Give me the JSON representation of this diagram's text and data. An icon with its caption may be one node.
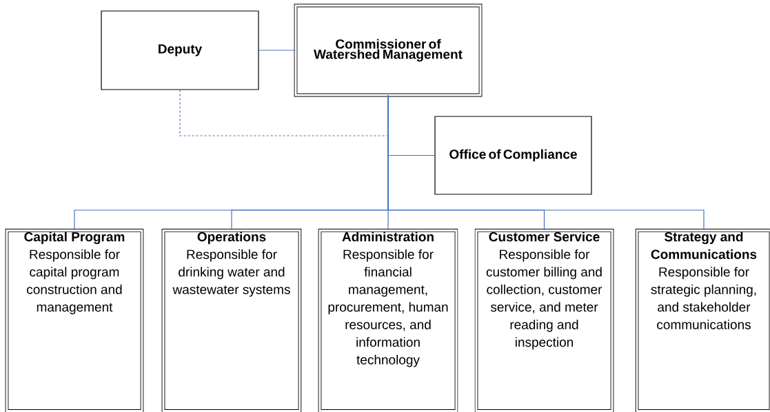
{
  "diagram": {
    "nodes": [
      {
        "text": [
          "Deputy"
        ]
      },
      {
        "text": [
          "Commissioner of Watershed Management"
        ]
      },
      {
        "text": [
          "Office of Compliance"
        ]
      },
      {
        "text": [
          "Capital Program",
          "Responsible for capital program construction and management"
        ]
      },
      {
        "text": [
          "Operations",
          "Responsible for drinking water and wastewater systems"
        ]
      },
      {
        "text": [
          "Administration",
          "Responsible for financial management, procurement, human resources, and information technology"
        ]
      },
      {
        "text": [
          "Customer Service",
          "Responsible for customer billing and collection, customer service, and meter reading and inspection"
        ]
      },
      {
        "text": [
          "Strategy and Communications",
          "Responsible for strategic planning, and stakeholder communications"
        ]
      }
    ],
    "edges": [
      {
        "from": 0,
        "to": 1,
        "arrow": "none"
      },
      {
        "from": 0,
        "to": null,
        "arrow": "none",
        "style": "dashed"
      },
      {
        "from": 1,
        "to": 2,
        "arrow": "none"
      },
      {
        "from": 1,
        "to": 3,
        "arrow": "none"
      },
      {
        "from": 1,
        "to": 4,
        "arrow": "none"
      },
      {
        "from": 1,
        "to": 5,
        "arrow": "none"
      },
      {
        "from": 1,
        "to": 6,
        "arrow": "none"
      },
      {
        "from": 1,
        "to": 7,
        "arrow": "none"
      }
    ]
  }
}
